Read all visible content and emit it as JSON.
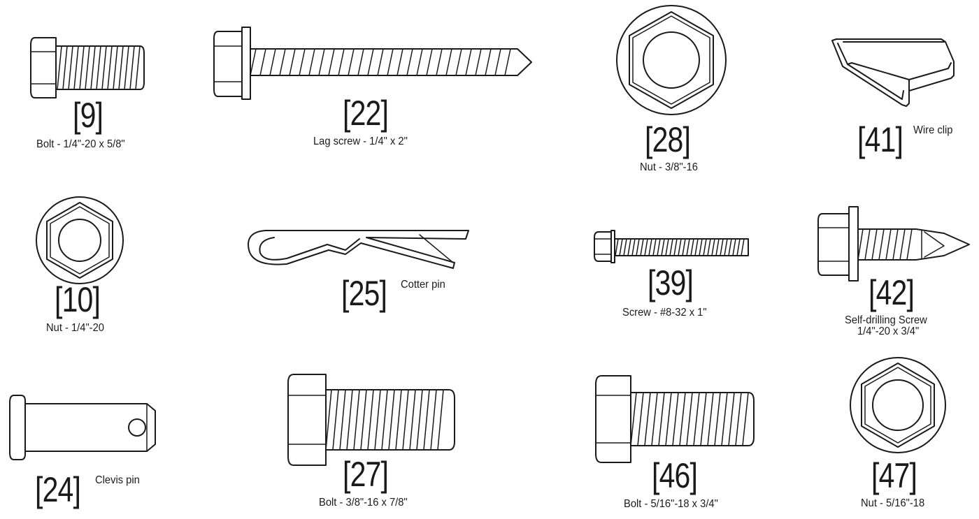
{
  "parts": [
    {
      "id": "9",
      "number": "[9]",
      "description": "Bolt - 1/4\"-20 x 5/8\"",
      "icon": "hex-bolt-icon"
    },
    {
      "id": "22",
      "number": "[22]",
      "description": "Lag screw - 1/4\" x 2\"",
      "icon": "lag-screw-icon"
    },
    {
      "id": "28",
      "number": "[28]",
      "description": "Nut - 3/8\"-16",
      "icon": "hex-nut-icon"
    },
    {
      "id": "41",
      "number": "[41]",
      "description": "Wire clip",
      "icon": "wire-clip-icon"
    },
    {
      "id": "10",
      "number": "[10]",
      "description": "Nut - 1/4\"-20",
      "icon": "hex-nut-icon"
    },
    {
      "id": "25",
      "number": "[25]",
      "description": "Cotter pin",
      "icon": "cotter-pin-icon"
    },
    {
      "id": "39",
      "number": "[39]",
      "description": "Screw - #8-32 x 1\"",
      "icon": "machine-screw-icon"
    },
    {
      "id": "42",
      "number": "[42]",
      "description": "Self-drilling Screw",
      "description2": "1/4\"-20 x 3/4\"",
      "icon": "self-drilling-screw-icon"
    },
    {
      "id": "24",
      "number": "[24]",
      "description": "Clevis pin",
      "icon": "clevis-pin-icon"
    },
    {
      "id": "27",
      "number": "[27]",
      "description": "Bolt - 3/8\"-16 x 7/8\"",
      "icon": "hex-bolt-icon"
    },
    {
      "id": "46",
      "number": "[46]",
      "description": "Bolt - 5/16\"-18 x 3/4\"",
      "icon": "hex-bolt-icon"
    },
    {
      "id": "47",
      "number": "[47]",
      "description": "Nut - 5/16\"-18",
      "icon": "hex-nut-icon"
    }
  ]
}
